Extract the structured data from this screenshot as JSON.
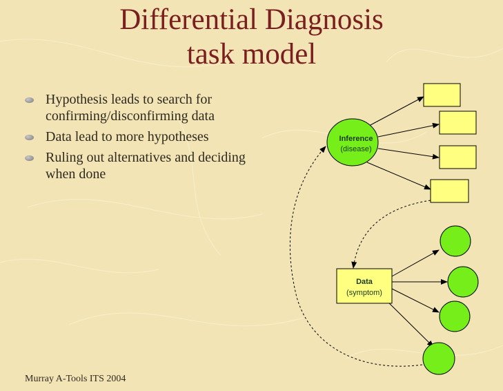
{
  "slide": {
    "title_line1": "Differential Diagnosis",
    "title_line2": "task model",
    "bullets": [
      "Hypothesis leads to search for confirming/disconfirming data",
      "Data lead to more hypotheses",
      "Ruling out alternatives and deciding when done"
    ],
    "footer": "Murray A-Tools ITS 2004"
  },
  "diagram": {
    "inference_label": "Inference",
    "inference_sub": "(disease)",
    "data_label": "Data",
    "data_sub": "(symptom)",
    "colors": {
      "circle_green": "#76ee1a",
      "box_yellow": "#ffff80",
      "title": "#7a1f1f"
    }
  }
}
